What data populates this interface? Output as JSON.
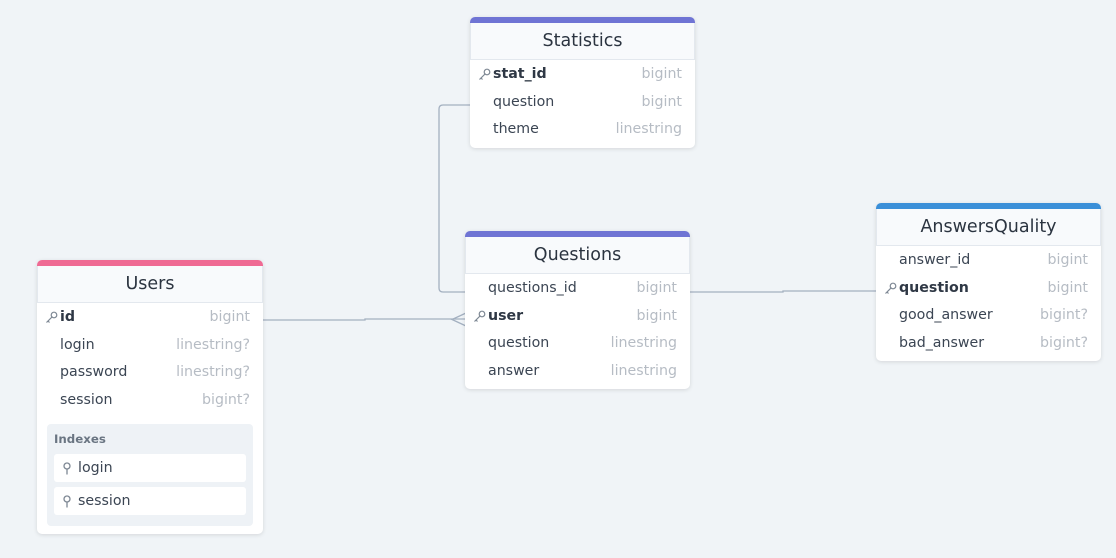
{
  "tables": {
    "statistics": {
      "name": "Statistics",
      "accent": "#6f74d4",
      "columns": [
        {
          "name": "stat_id",
          "type": "bigint",
          "pk": true
        },
        {
          "name": "question",
          "type": "bigint",
          "pk": false
        },
        {
          "name": "theme",
          "type": "linestring",
          "pk": false
        }
      ]
    },
    "questions": {
      "name": "Questions",
      "accent": "#6f74d4",
      "columns": [
        {
          "name": "questions_id",
          "type": "bigint",
          "pk": false
        },
        {
          "name": "user",
          "type": "bigint",
          "pk": true
        },
        {
          "name": "question",
          "type": "linestring",
          "pk": false
        },
        {
          "name": "answer",
          "type": "linestring",
          "pk": false
        }
      ]
    },
    "answersquality": {
      "name": "AnswersQuality",
      "accent": "#3a8fd8",
      "columns": [
        {
          "name": "answer_id",
          "type": "bigint",
          "pk": false
        },
        {
          "name": "question",
          "type": "bigint",
          "pk": true
        },
        {
          "name": "good_answer",
          "type": "bigint?",
          "pk": false
        },
        {
          "name": "bad_answer",
          "type": "bigint?",
          "pk": false
        }
      ]
    },
    "users": {
      "name": "Users",
      "accent": "#ef6a93",
      "columns": [
        {
          "name": "id",
          "type": "bigint",
          "pk": true
        },
        {
          "name": "login",
          "type": "linestring?",
          "pk": false
        },
        {
          "name": "password",
          "type": "linestring?",
          "pk": false
        },
        {
          "name": "session",
          "type": "bigint?",
          "pk": false
        }
      ],
      "indexes_title": "Indexes",
      "indexes": [
        "login",
        "session"
      ]
    }
  },
  "colors": {
    "background": "#f0f4f7",
    "edge": "#a3b0c0",
    "key_icon": "#7d8793"
  },
  "icons": {
    "primary_key": "key-icon",
    "index": "pin-icon"
  }
}
